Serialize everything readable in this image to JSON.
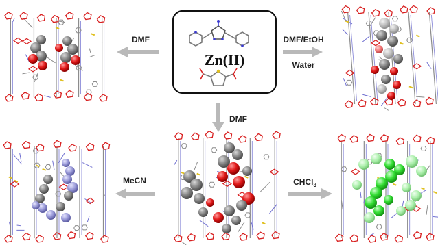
{
  "center": {
    "metal_label": "Zn(II)"
  },
  "arrows": [
    {
      "id": "dmf-left",
      "label": "DMF"
    },
    {
      "id": "dmf-etoh",
      "label": "DMF/EtOH"
    },
    {
      "id": "water",
      "label": "Water"
    },
    {
      "id": "dmf-down",
      "label": "DMF"
    },
    {
      "id": "mecn",
      "label": "MeCN"
    },
    {
      "id": "chcl3",
      "label": "CHCl",
      "subscript": "3"
    }
  ],
  "colors": {
    "arrow": "#b9b9b9",
    "framework_red": "#d82020",
    "framework_blue": "#6f6fd0",
    "framework_gray": "#8c8c8c",
    "sulfur_yellow": "#e0c020",
    "guest_gray": "#7a7a7a",
    "guest_red": "#e01818",
    "guest_blue": "#9a9ad8",
    "guest_green": "#33dd33"
  },
  "panels": [
    {
      "id": "top-left",
      "guest": "DMF"
    },
    {
      "id": "top-right",
      "guest": "water"
    },
    {
      "id": "bottom-left",
      "guest": "MeCN"
    },
    {
      "id": "bottom-center",
      "guest": "DMF"
    },
    {
      "id": "bottom-right",
      "guest": "CHCl3"
    }
  ]
}
